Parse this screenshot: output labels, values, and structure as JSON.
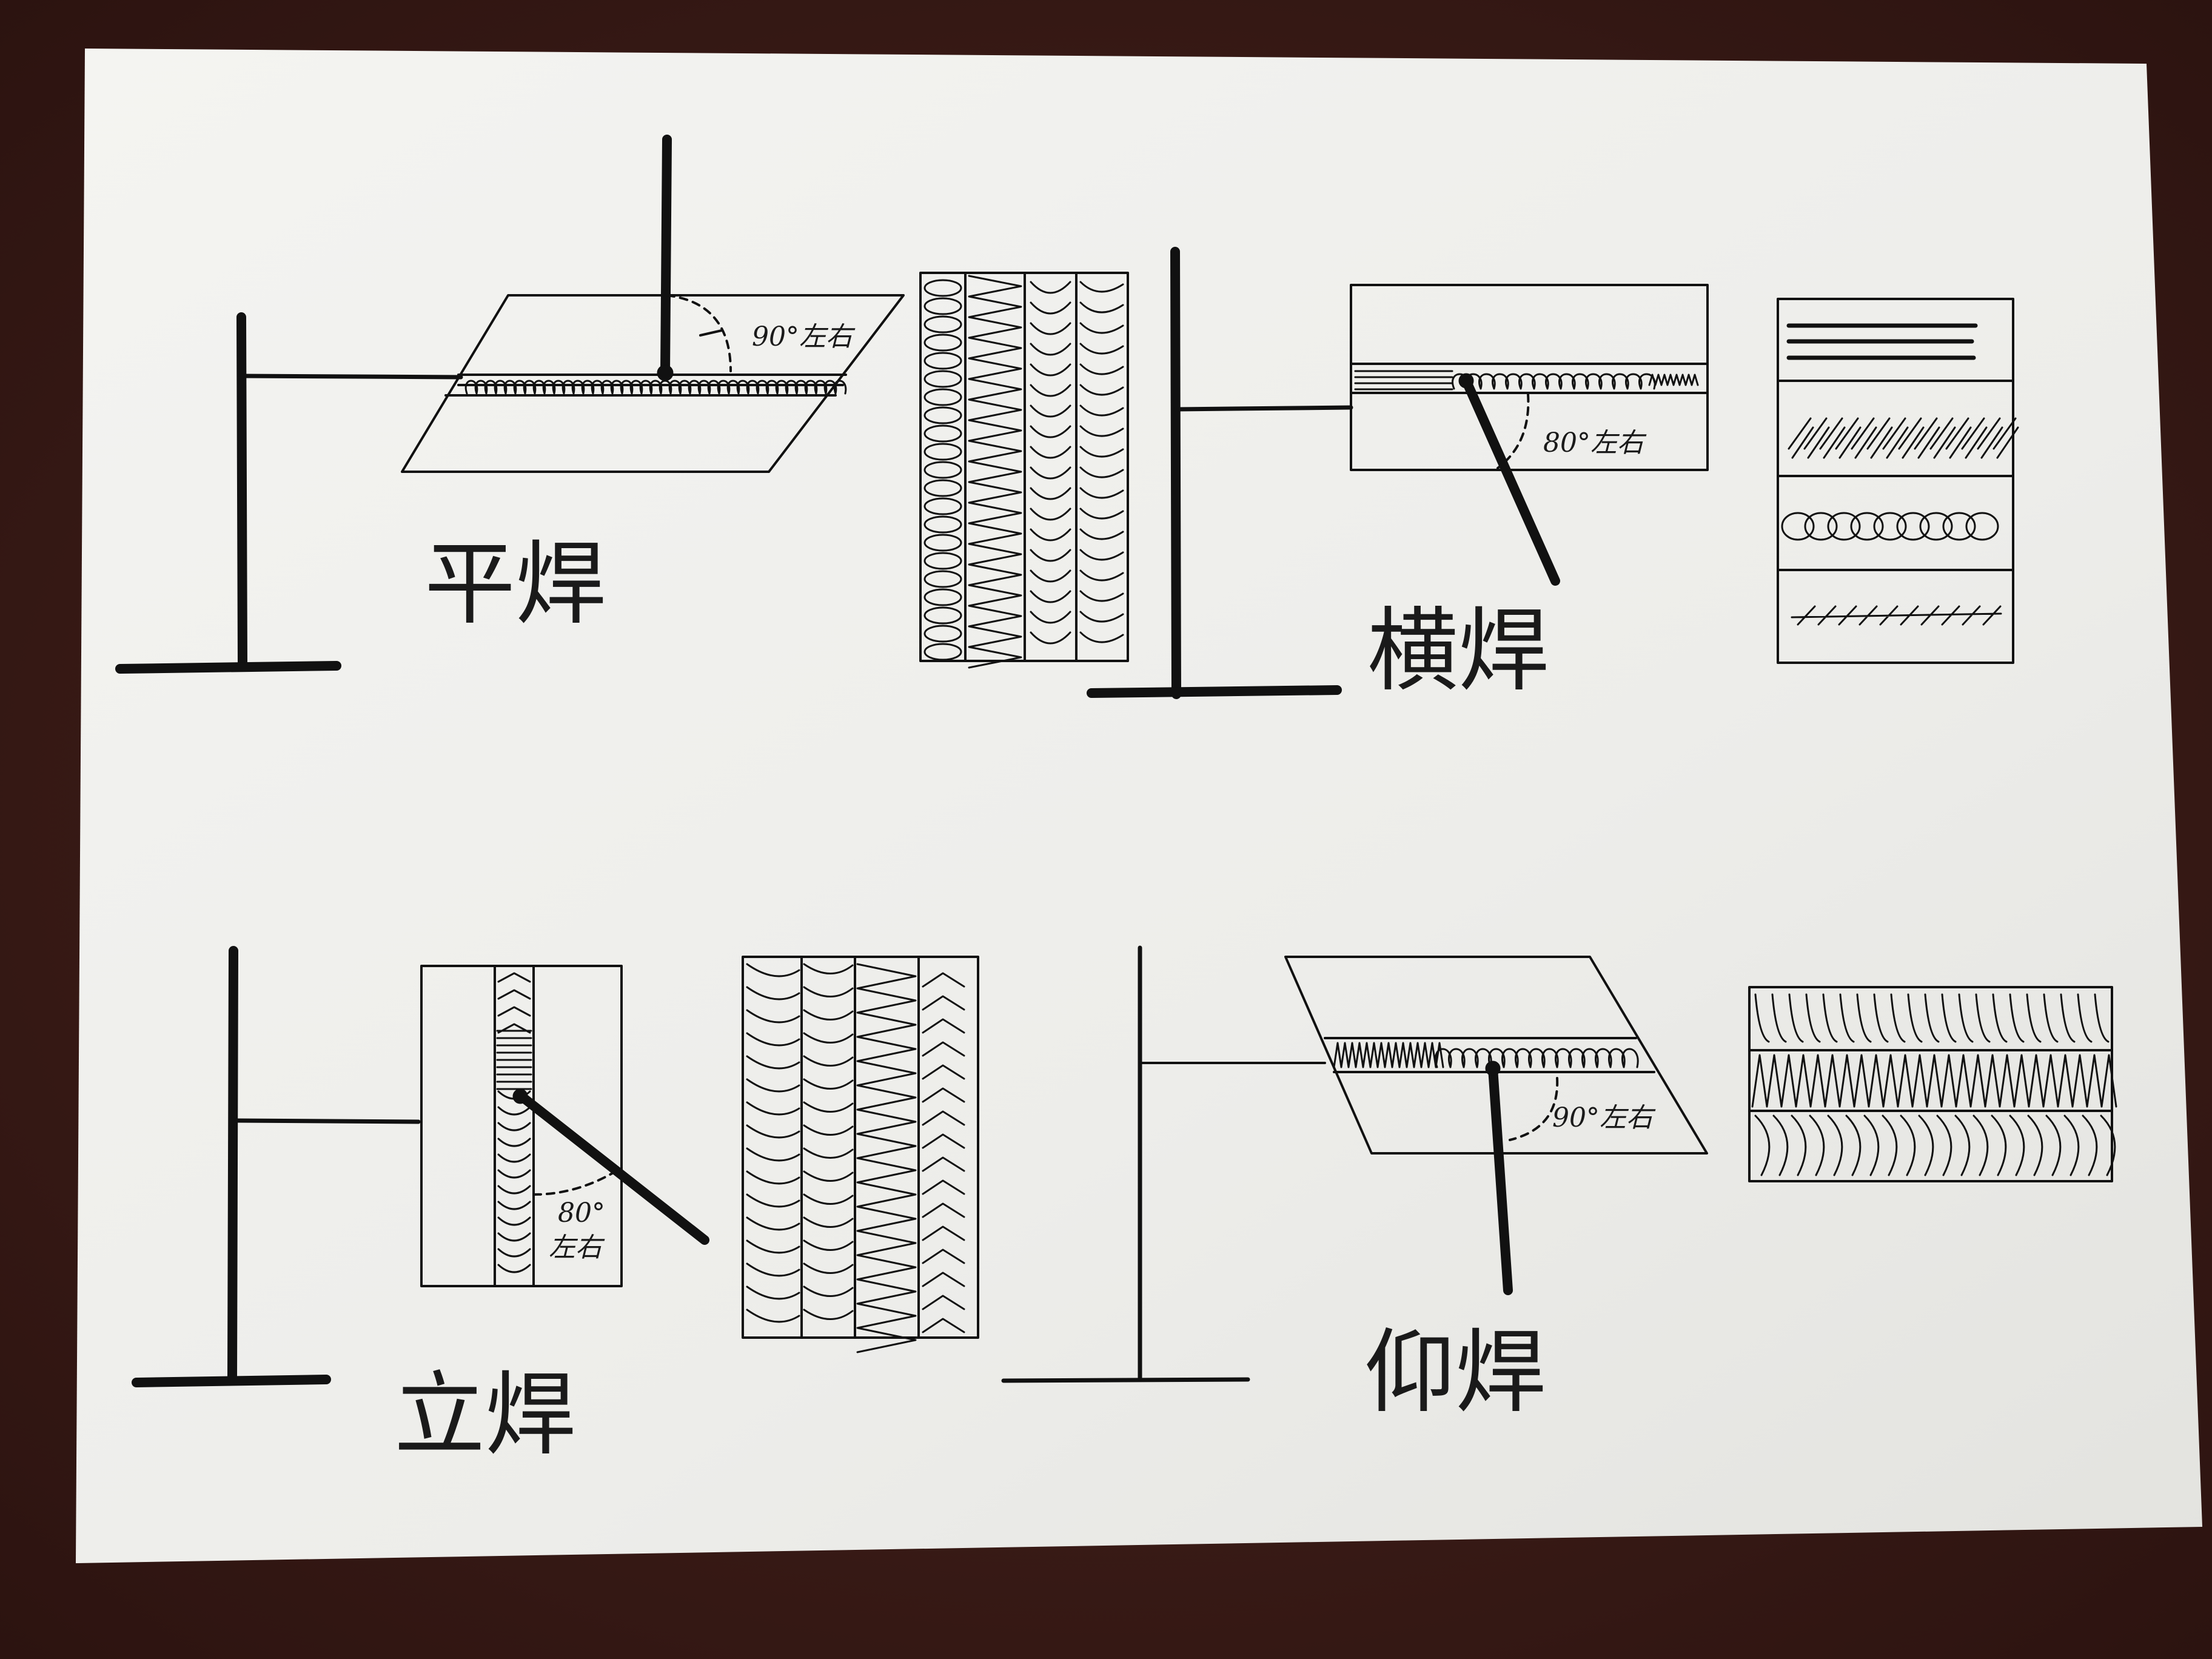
{
  "sections": [
    {
      "id": "flat",
      "title": "平焊",
      "angle": "90°左右"
    },
    {
      "id": "horizontal",
      "title": "横焊",
      "angle": "80°左右"
    },
    {
      "id": "vertical",
      "title": "立焊",
      "angle_value": "80°",
      "angle_word": "左右"
    },
    {
      "id": "overhead",
      "title": "仰焊",
      "angle": "90°左右"
    }
  ]
}
